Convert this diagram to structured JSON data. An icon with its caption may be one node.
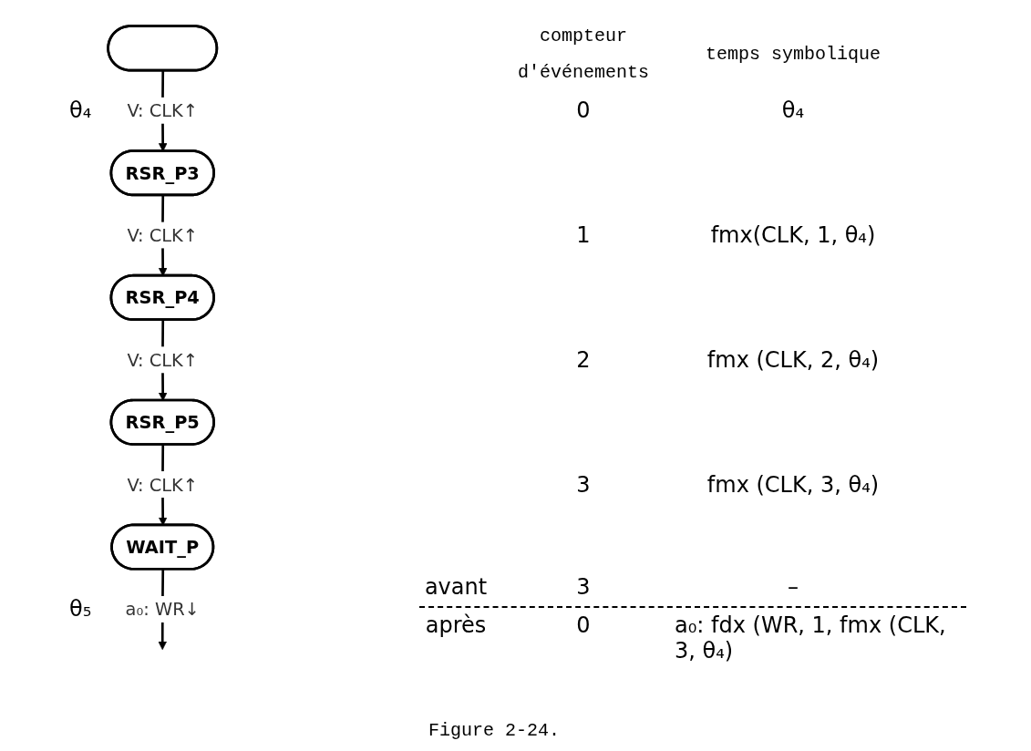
{
  "diagram": {
    "caption": "Figure 2-24.",
    "nodes": [
      {
        "text": [],
        "shape": "box"
      },
      {
        "text": [
          "RSR_P3"
        ]
      },
      {
        "text": [
          "RSR_P4"
        ]
      },
      {
        "text": [
          "RSR_P5"
        ]
      },
      {
        "text": [
          "WAIT_P"
        ]
      }
    ],
    "edges": [
      {
        "from": 0,
        "to": 1,
        "arrow": "to",
        "label": "V: CLK↑"
      },
      {
        "from": 1,
        "to": 2,
        "arrow": "to",
        "label": "V: CLK↑"
      },
      {
        "from": 2,
        "to": 3,
        "arrow": "to",
        "label": "V: CLK↑"
      },
      {
        "from": 3,
        "to": 4,
        "arrow": "to",
        "label": "V: CLK↑"
      },
      {
        "from": 4,
        "to": null,
        "arrow": "to",
        "label": "a₀: WR↓"
      }
    ],
    "labels": [
      "compteur d'événements",
      "temps symbolique",
      "θ₄",
      "0",
      "θ₄",
      "1",
      "fmx(CLK, 1, θ₄)",
      "2",
      "fmx (CLK, 2, θ₄)",
      "3",
      "fmx (CLK, 3, θ₄)",
      "avant",
      "3",
      "–",
      "θ₅",
      "après",
      "0",
      "a₀: fdx (WR, 1, fmx (CLK, 3, θ₄)"
    ]
  }
}
